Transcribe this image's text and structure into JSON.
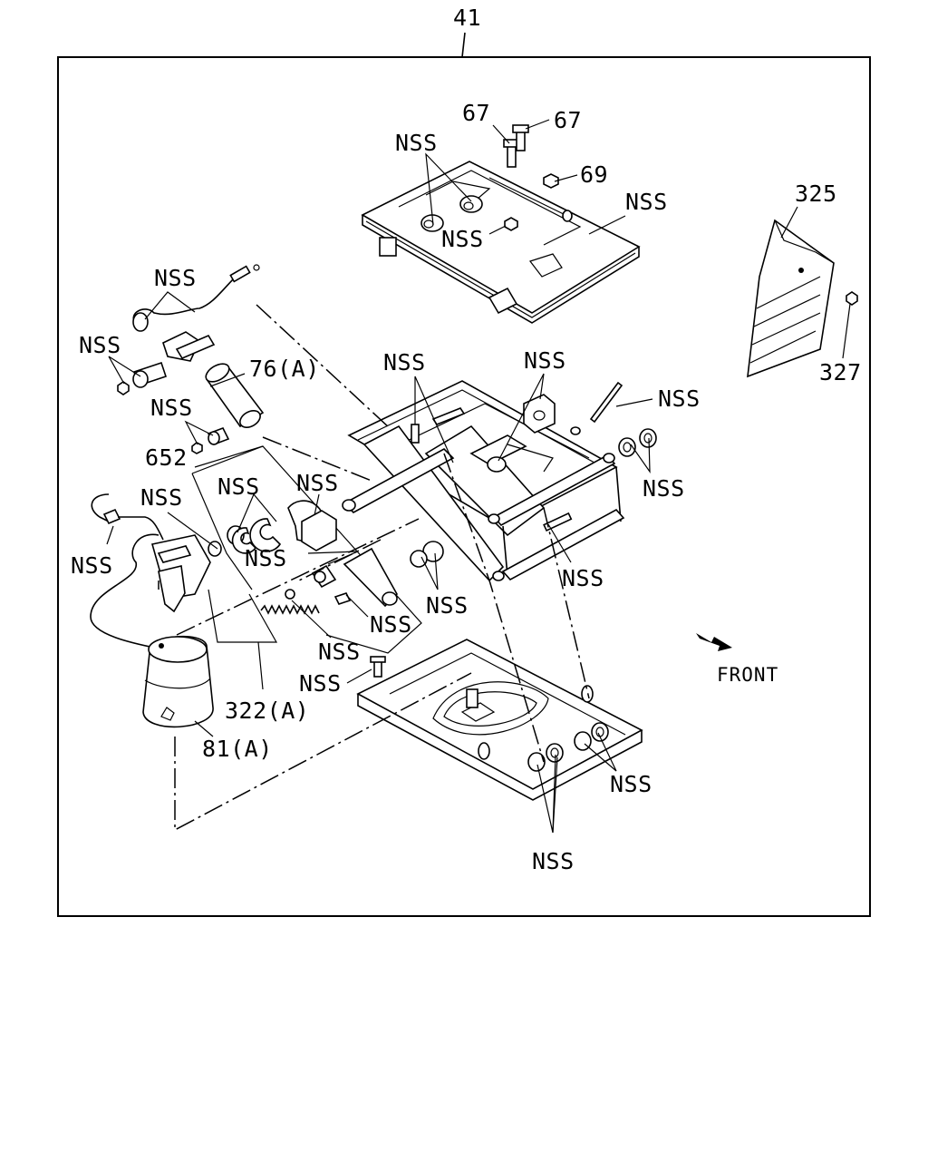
{
  "diagram": {
    "assembly_ref": "41",
    "front_label": "FRONT",
    "callouts": {
      "part_67_a": "67",
      "part_67_b": "67",
      "part_69": "69",
      "part_325": "325",
      "part_327": "327",
      "part_76a": "76(A)",
      "part_652": "652",
      "part_322a": "322(A)",
      "part_81a": "81(A)",
      "nss": "NSS"
    }
  }
}
